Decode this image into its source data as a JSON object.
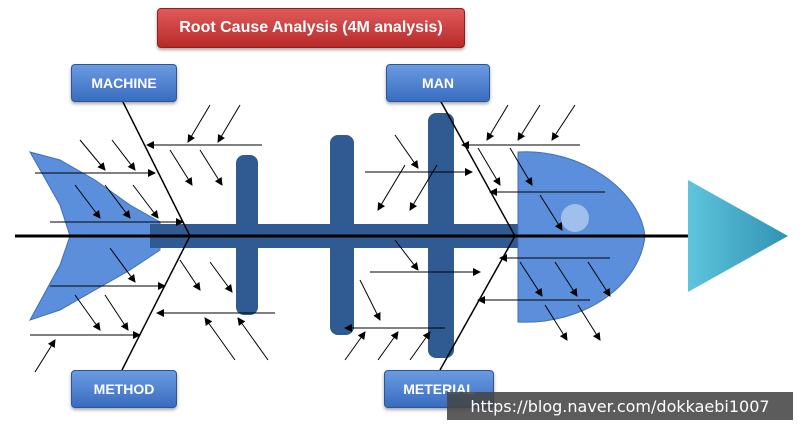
{
  "title": "Root Cause Analysis (4M analysis)",
  "categories": {
    "machine": "MACHINE",
    "man": "MAN",
    "method": "METHOD",
    "material": "METERIAL"
  },
  "watermark": "https://blog.naver.com/dokkaebi1007",
  "colors": {
    "fish_light": "#5b8fdc",
    "fish_dark": "#2f5a92",
    "title_red": "#c93838",
    "label_blue": "#4f84d1",
    "arrow_teal": "#3aa8c4",
    "spine": "#000000"
  },
  "icons": [
    "fish-skeleton",
    "triangle-arrow-icon"
  ]
}
